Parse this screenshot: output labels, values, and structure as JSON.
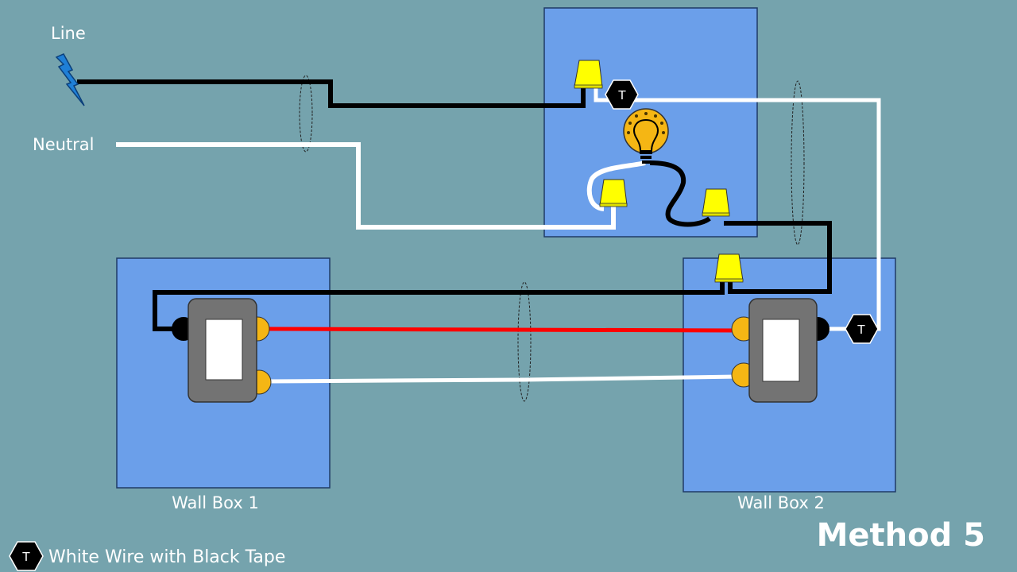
{
  "labels": {
    "line": "Line",
    "neutral": "Neutral",
    "wall_box_1": "Wall Box 1",
    "wall_box_2": "Wall Box 2",
    "method": "Method 5",
    "tape_marker": "T",
    "legend_text": "White Wire with Black Tape"
  },
  "icons": {
    "line_source": "lightning-bolt-icon",
    "fixture": "light-bulb-icon",
    "connector": "wire-nut-icon",
    "tape_marker": "hexagon-tape-icon"
  },
  "colors": {
    "background": "#75a3ad",
    "box_fill": "#6b9fea",
    "hot_wire": "#000000",
    "neutral_wire": "#ffffff",
    "traveler_red": "#ff0000",
    "wire_nut": "#ffff00",
    "switch_body": "#737373",
    "screw_brass": "#f5b614",
    "bulb": "#f5b614"
  }
}
